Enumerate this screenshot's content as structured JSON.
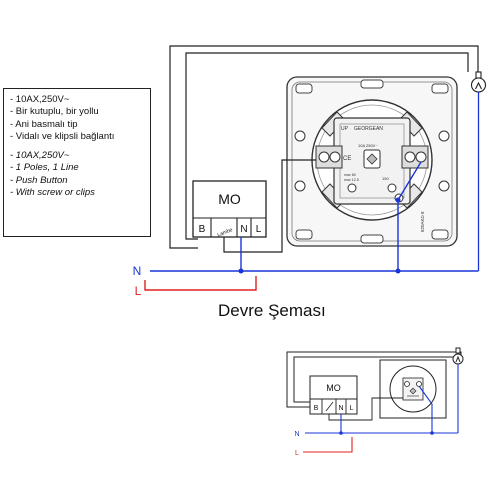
{
  "spec_box": {
    "tr_lines": [
      "- 10AX,250V~",
      "- Bir kutuplu, bir yollu",
      "- Ani basmalı tip",
      "- Vidalı ve klipsli bağlantı"
    ],
    "en_lines": [
      "- 10AX,250V~",
      "- 1 Poles, 1 Line",
      "- Push Button",
      "- With screw or clips"
    ]
  },
  "main_diagram": {
    "module_label": "MO",
    "terminals": [
      "B",
      "Lambe",
      "N",
      "L"
    ],
    "line_labels": {
      "neutral": "N",
      "live": "L"
    },
    "device_texts": {
      "brand": "GEORGEAN",
      "top_mark": "UP",
      "rating": "10A 250V~",
      "ce": "CE",
      "small_1": "max 60",
      "small_2": "max 12.5",
      "code": "150",
      "side_code": "820AKD 8"
    }
  },
  "title": "Devre Şeması",
  "mini_diagram": {
    "module_label": "MO",
    "terminals": [
      "B",
      "",
      "N",
      "L"
    ],
    "line_labels": {
      "neutral": "N",
      "live": "L"
    }
  },
  "colors": {
    "neutral": "#1a35d8",
    "live": "#e02020",
    "wire": "#222222",
    "device_fill": "#f7f7f7"
  }
}
